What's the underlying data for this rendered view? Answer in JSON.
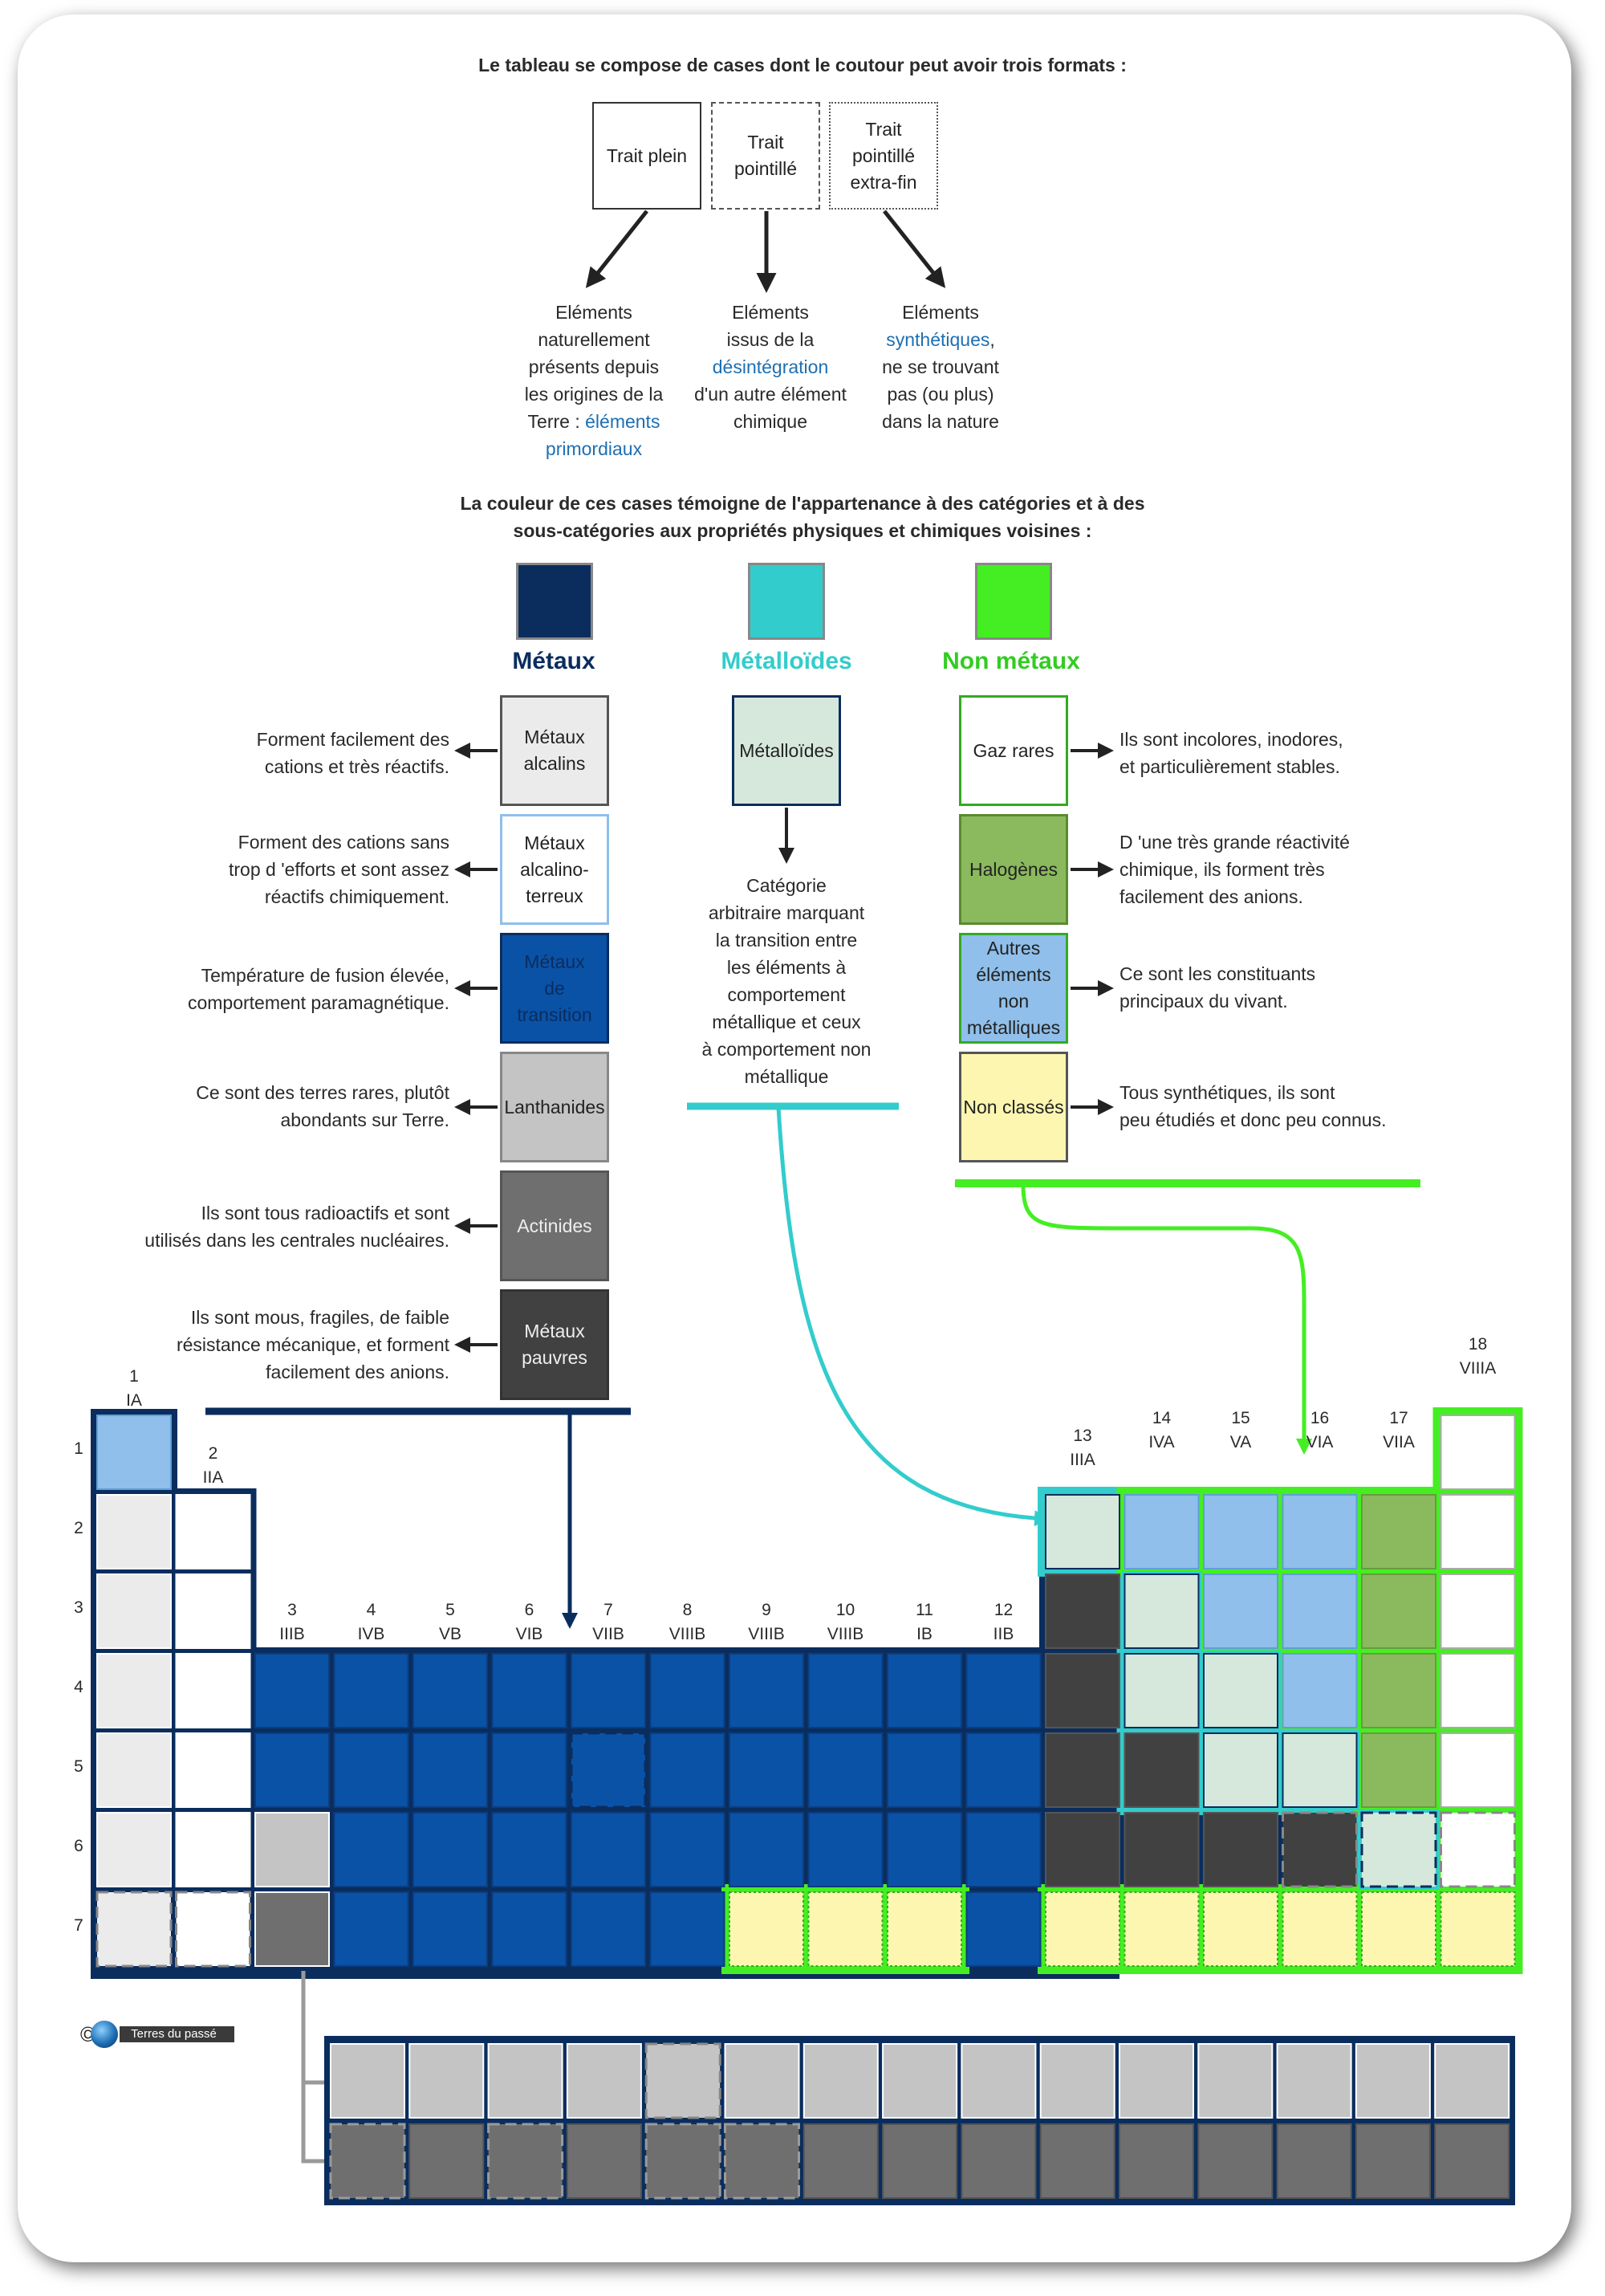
{
  "intro": {
    "outline_title": "Le tableau se compose de cases dont le coutour peut avoir trois formats :",
    "formats": [
      {
        "label": "Trait plein",
        "desc_lines": [
          "Eléments",
          "naturellement",
          "présents depuis",
          "les origines de la",
          "Terre : "
        ],
        "highlight": "éléments primordiaux",
        "highlight_lines": [
          "éléments",
          "primordiaux"
        ]
      },
      {
        "label": "Trait pointillé",
        "label_lines": [
          "Trait",
          "pointillé"
        ],
        "desc_before": [
          "Eléments",
          "issus de la"
        ],
        "highlight": "désintégration",
        "desc_after": [
          "d'un autre élément",
          "chimique"
        ]
      },
      {
        "label": "Trait pointillé extra-fin",
        "label_lines": [
          "Trait",
          "pointillé",
          "extra-fin"
        ],
        "desc_before": [
          "Eléments"
        ],
        "highlight": "synthétiques",
        "desc_after": [
          "ne se trouvant",
          "pas (ou plus)",
          "dans la nature"
        ]
      }
    ],
    "color_title_lines": [
      "La couleur de ces cases témoigne de l'appartenance à des catégories et à des",
      "sous-catégories aux propriétés physiques et chimiques voisines :"
    ]
  },
  "categories": {
    "metals": {
      "title": "Métaux",
      "color": "#0a2d5e"
    },
    "metalloids": {
      "title": "Métalloïdes",
      "color": "#33cccc"
    },
    "nonmetals": {
      "title": "Non métaux",
      "color": "#44ee22"
    }
  },
  "metal_subcats": [
    {
      "label_lines": [
        "Métaux",
        "alcalins"
      ],
      "desc_lines": [
        "Forment facilement des",
        "cations et très réactifs."
      ],
      "fill": "#ebebeb"
    },
    {
      "label_lines": [
        "Métaux",
        "alcalino-",
        "terreux"
      ],
      "desc_lines": [
        "Forment des cations sans",
        "trop d 'efforts et sont assez",
        "réactifs chimiquement."
      ],
      "fill": "#ffffff"
    },
    {
      "label_lines": [
        "Métaux",
        "de",
        "transition"
      ],
      "desc_lines": [
        "Température de fusion élevée,",
        "comportement paramagnétique."
      ],
      "fill": "#0a52a6"
    },
    {
      "label_lines": [
        "Lanthanides"
      ],
      "desc_lines": [
        "Ce sont des terres rares, plutôt",
        "abondants sur Terre."
      ],
      "fill": "#c4c4c4"
    },
    {
      "label_lines": [
        "Actinides"
      ],
      "desc_lines": [
        "Ils sont tous radioactifs et sont",
        "utilisés dans les centrales nucléaires."
      ],
      "fill": "#6f6f6f"
    },
    {
      "label_lines": [
        "Métaux",
        "pauvres"
      ],
      "desc_lines": [
        "Ils sont mous, fragiles, de faible",
        "résistance mécanique, et forment",
        "facilement des anions."
      ],
      "fill": "#414141"
    }
  ],
  "metalloid_sub": {
    "label": "Métalloïdes",
    "fill": "#d6e8dc",
    "desc_lines": [
      "Catégorie",
      "arbitraire marquant",
      "la transition entre",
      "les éléments à",
      "comportement",
      "métallique et ceux",
      "à comportement non",
      "métallique"
    ]
  },
  "nonmetal_subcats": [
    {
      "label_lines": [
        "Gaz rares"
      ],
      "desc_lines": [
        "Ils sont incolores, inodores,",
        "et particulièrement stables."
      ],
      "fill": "#ffffff"
    },
    {
      "label_lines": [
        "Halogènes"
      ],
      "desc_lines": [
        "D 'une très grande réactivité",
        "chimique, ils forment très",
        "facilement des anions."
      ],
      "fill": "#8bb95e"
    },
    {
      "label_lines": [
        "Autres",
        "éléments",
        "non",
        "métalliques"
      ],
      "desc_lines": [
        "Ce sont les constituants",
        "principaux du vivant."
      ],
      "fill": "#8fbfea"
    },
    {
      "label_lines": [
        "Non classés"
      ],
      "desc_lines": [
        "Tous synthétiques, ils sont",
        "peu étudiés et donc peu connus."
      ],
      "fill": "#fcf6b0"
    }
  ],
  "groups": [
    {
      "num": "1",
      "roman": "IA"
    },
    {
      "num": "2",
      "roman": "IIA"
    },
    {
      "num": "3",
      "roman": "IIIB"
    },
    {
      "num": "4",
      "roman": "IVB"
    },
    {
      "num": "5",
      "roman": "VB"
    },
    {
      "num": "6",
      "roman": "VIB"
    },
    {
      "num": "7",
      "roman": "VIIB"
    },
    {
      "num": "8",
      "roman": "VIIIB"
    },
    {
      "num": "9",
      "roman": "VIIIB"
    },
    {
      "num": "10",
      "roman": "VIIIB"
    },
    {
      "num": "11",
      "roman": "IB"
    },
    {
      "num": "12",
      "roman": "IIB"
    },
    {
      "num": "13",
      "roman": "IIIA"
    },
    {
      "num": "14",
      "roman": "IVA"
    },
    {
      "num": "15",
      "roman": "VA"
    },
    {
      "num": "16",
      "roman": "VIA"
    },
    {
      "num": "17",
      "roman": "VIIA"
    },
    {
      "num": "18",
      "roman": "VIIIA"
    }
  ],
  "periods": [
    "1",
    "2",
    "3",
    "4",
    "5",
    "6",
    "7"
  ],
  "table_cells": [
    {
      "g": 1,
      "p": 1,
      "cat": "other",
      "o": "solid"
    },
    {
      "g": 18,
      "p": 1,
      "cat": "noble",
      "o": "solid"
    },
    {
      "g": 1,
      "p": 2,
      "cat": "alkali",
      "o": "solid"
    },
    {
      "g": 2,
      "p": 2,
      "cat": "alkaline",
      "o": "solid"
    },
    {
      "g": 13,
      "p": 2,
      "cat": "metalloid",
      "o": "solid"
    },
    {
      "g": 14,
      "p": 2,
      "cat": "other",
      "o": "solid"
    },
    {
      "g": 15,
      "p": 2,
      "cat": "other",
      "o": "solid"
    },
    {
      "g": 16,
      "p": 2,
      "cat": "other",
      "o": "solid"
    },
    {
      "g": 17,
      "p": 2,
      "cat": "halogen",
      "o": "solid"
    },
    {
      "g": 18,
      "p": 2,
      "cat": "noble",
      "o": "solid"
    },
    {
      "g": 1,
      "p": 3,
      "cat": "alkali",
      "o": "solid"
    },
    {
      "g": 2,
      "p": 3,
      "cat": "alkaline",
      "o": "solid"
    },
    {
      "g": 13,
      "p": 3,
      "cat": "poor",
      "o": "solid"
    },
    {
      "g": 14,
      "p": 3,
      "cat": "metalloid",
      "o": "solid"
    },
    {
      "g": 15,
      "p": 3,
      "cat": "other",
      "o": "solid"
    },
    {
      "g": 16,
      "p": 3,
      "cat": "other",
      "o": "solid"
    },
    {
      "g": 17,
      "p": 3,
      "cat": "halogen",
      "o": "solid"
    },
    {
      "g": 18,
      "p": 3,
      "cat": "noble",
      "o": "solid"
    },
    {
      "g": 1,
      "p": 4,
      "cat": "alkali",
      "o": "solid"
    },
    {
      "g": 2,
      "p": 4,
      "cat": "alkaline",
      "o": "solid"
    },
    {
      "g": 3,
      "p": 4,
      "cat": "transition",
      "o": "solid"
    },
    {
      "g": 4,
      "p": 4,
      "cat": "transition",
      "o": "solid"
    },
    {
      "g": 5,
      "p": 4,
      "cat": "transition",
      "o": "solid"
    },
    {
      "g": 6,
      "p": 4,
      "cat": "transition",
      "o": "solid"
    },
    {
      "g": 7,
      "p": 4,
      "cat": "transition",
      "o": "solid"
    },
    {
      "g": 8,
      "p": 4,
      "cat": "transition",
      "o": "solid"
    },
    {
      "g": 9,
      "p": 4,
      "cat": "transition",
      "o": "solid"
    },
    {
      "g": 10,
      "p": 4,
      "cat": "transition",
      "o": "solid"
    },
    {
      "g": 11,
      "p": 4,
      "cat": "transition",
      "o": "solid"
    },
    {
      "g": 12,
      "p": 4,
      "cat": "transition",
      "o": "solid"
    },
    {
      "g": 13,
      "p": 4,
      "cat": "poor",
      "o": "solid"
    },
    {
      "g": 14,
      "p": 4,
      "cat": "metalloid",
      "o": "solid"
    },
    {
      "g": 15,
      "p": 4,
      "cat": "metalloid",
      "o": "solid"
    },
    {
      "g": 16,
      "p": 4,
      "cat": "other",
      "o": "solid"
    },
    {
      "g": 17,
      "p": 4,
      "cat": "halogen",
      "o": "solid"
    },
    {
      "g": 18,
      "p": 4,
      "cat": "noble",
      "o": "solid"
    },
    {
      "g": 1,
      "p": 5,
      "cat": "alkali",
      "o": "solid"
    },
    {
      "g": 2,
      "p": 5,
      "cat": "alkaline",
      "o": "solid"
    },
    {
      "g": 3,
      "p": 5,
      "cat": "transition",
      "o": "solid"
    },
    {
      "g": 4,
      "p": 5,
      "cat": "transition",
      "o": "solid"
    },
    {
      "g": 5,
      "p": 5,
      "cat": "transition",
      "o": "solid"
    },
    {
      "g": 6,
      "p": 5,
      "cat": "transition",
      "o": "solid"
    },
    {
      "g": 7,
      "p": 5,
      "cat": "transition",
      "o": "dashed"
    },
    {
      "g": 8,
      "p": 5,
      "cat": "transition",
      "o": "solid"
    },
    {
      "g": 9,
      "p": 5,
      "cat": "transition",
      "o": "solid"
    },
    {
      "g": 10,
      "p": 5,
      "cat": "transition",
      "o": "solid"
    },
    {
      "g": 11,
      "p": 5,
      "cat": "transition",
      "o": "solid"
    },
    {
      "g": 12,
      "p": 5,
      "cat": "transition",
      "o": "solid"
    },
    {
      "g": 13,
      "p": 5,
      "cat": "poor",
      "o": "solid"
    },
    {
      "g": 14,
      "p": 5,
      "cat": "poor",
      "o": "solid"
    },
    {
      "g": 15,
      "p": 5,
      "cat": "metalloid",
      "o": "solid"
    },
    {
      "g": 16,
      "p": 5,
      "cat": "metalloid",
      "o": "solid"
    },
    {
      "g": 17,
      "p": 5,
      "cat": "halogen",
      "o": "solid"
    },
    {
      "g": 18,
      "p": 5,
      "cat": "noble",
      "o": "solid"
    },
    {
      "g": 1,
      "p": 6,
      "cat": "alkali",
      "o": "solid"
    },
    {
      "g": 2,
      "p": 6,
      "cat": "alkaline",
      "o": "solid"
    },
    {
      "g": 3,
      "p": 6,
      "cat": "lanthanide",
      "o": "solid"
    },
    {
      "g": 4,
      "p": 6,
      "cat": "transition",
      "o": "solid"
    },
    {
      "g": 5,
      "p": 6,
      "cat": "transition",
      "o": "solid"
    },
    {
      "g": 6,
      "p": 6,
      "cat": "transition",
      "o": "solid"
    },
    {
      "g": 7,
      "p": 6,
      "cat": "transition",
      "o": "solid"
    },
    {
      "g": 8,
      "p": 6,
      "cat": "transition",
      "o": "solid"
    },
    {
      "g": 9,
      "p": 6,
      "cat": "transition",
      "o": "solid"
    },
    {
      "g": 10,
      "p": 6,
      "cat": "transition",
      "o": "solid"
    },
    {
      "g": 11,
      "p": 6,
      "cat": "transition",
      "o": "solid"
    },
    {
      "g": 12,
      "p": 6,
      "cat": "transition",
      "o": "solid"
    },
    {
      "g": 13,
      "p": 6,
      "cat": "poor",
      "o": "solid"
    },
    {
      "g": 14,
      "p": 6,
      "cat": "poor",
      "o": "solid"
    },
    {
      "g": 15,
      "p": 6,
      "cat": "poor",
      "o": "solid"
    },
    {
      "g": 16,
      "p": 6,
      "cat": "poor",
      "o": "dashed"
    },
    {
      "g": 17,
      "p": 6,
      "cat": "metalloid",
      "o": "dashed"
    },
    {
      "g": 18,
      "p": 6,
      "cat": "noble",
      "o": "dashed"
    },
    {
      "g": 1,
      "p": 7,
      "cat": "alkali",
      "o": "dashed"
    },
    {
      "g": 2,
      "p": 7,
      "cat": "alkaline",
      "o": "dashed"
    },
    {
      "g": 3,
      "p": 7,
      "cat": "actinide",
      "o": "solid"
    },
    {
      "g": 4,
      "p": 7,
      "cat": "transition",
      "o": "solid"
    },
    {
      "g": 5,
      "p": 7,
      "cat": "transition",
      "o": "solid"
    },
    {
      "g": 6,
      "p": 7,
      "cat": "transition",
      "o": "solid"
    },
    {
      "g": 7,
      "p": 7,
      "cat": "transition",
      "o": "solid"
    },
    {
      "g": 8,
      "p": 7,
      "cat": "transition",
      "o": "solid"
    },
    {
      "g": 9,
      "p": 7,
      "cat": "unknown",
      "o": "dotted"
    },
    {
      "g": 10,
      "p": 7,
      "cat": "unknown",
      "o": "dotted"
    },
    {
      "g": 11,
      "p": 7,
      "cat": "unknown",
      "o": "dotted"
    },
    {
      "g": 12,
      "p": 7,
      "cat": "transition",
      "o": "solid"
    },
    {
      "g": 13,
      "p": 7,
      "cat": "unknown",
      "o": "dotted"
    },
    {
      "g": 14,
      "p": 7,
      "cat": "unknown",
      "o": "dotted"
    },
    {
      "g": 15,
      "p": 7,
      "cat": "unknown",
      "o": "dotted"
    },
    {
      "g": 16,
      "p": 7,
      "cat": "unknown",
      "o": "dotted"
    },
    {
      "g": 17,
      "p": 7,
      "cat": "unknown",
      "o": "dotted"
    },
    {
      "g": 18,
      "p": 7,
      "cat": "unknown",
      "o": "dotted"
    }
  ],
  "f_block": {
    "lanthanides": [
      "solid",
      "solid",
      "solid",
      "solid",
      "dashed",
      "solid",
      "solid",
      "solid",
      "solid",
      "solid",
      "solid",
      "solid",
      "solid",
      "solid",
      "solid"
    ],
    "actinides": [
      "dashed",
      "solid",
      "dashed",
      "solid",
      "dashed",
      "dashed",
      "solid",
      "solid",
      "solid",
      "solid",
      "solid",
      "solid",
      "solid",
      "solid",
      "solid"
    ]
  },
  "colors": {
    "alkali": "#ebebeb",
    "alkaline": "#ffffff",
    "transition": "#0a52a6",
    "lanthanide": "#c4c4c4",
    "actinide": "#6f6f6f",
    "poor": "#414141",
    "metalloid": "#d6e8dc",
    "noble": "#ffffff",
    "halogen": "#8bb95e",
    "other": "#8fbfea",
    "unknown": "#fcf6b0",
    "metal_border": "#0a2d5e",
    "metalloid_border": "#33cccc",
    "nonmetal_border": "#44ee22",
    "highlight_text": "#1d6fb3"
  },
  "icons": [
    "arrow-icon",
    "globe-icon",
    "copyright-icon"
  ],
  "credit": "Terres du passé"
}
